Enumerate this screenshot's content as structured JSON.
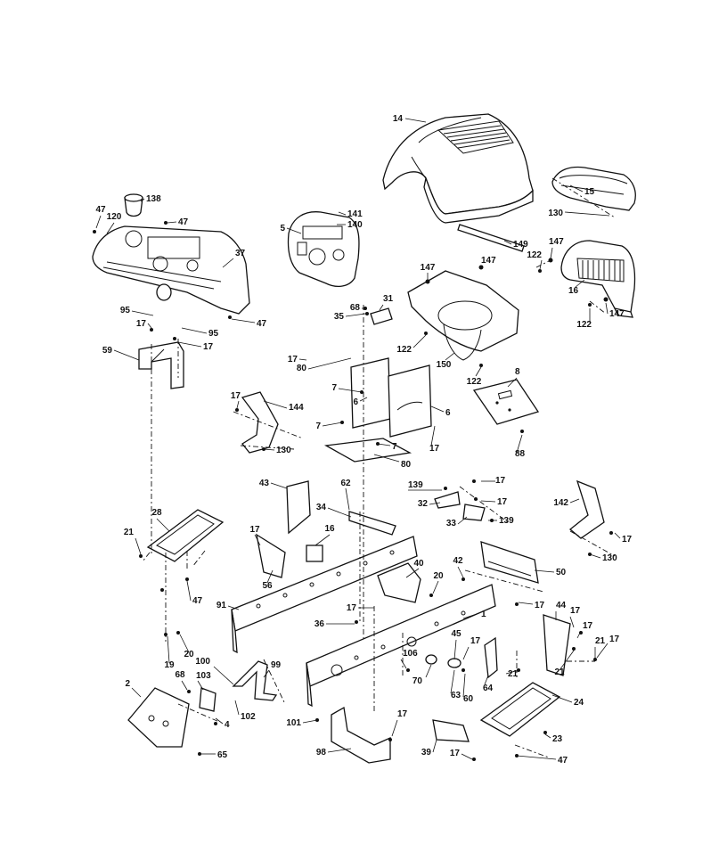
{
  "labels": [
    "14",
    "15",
    "130",
    "138",
    "47",
    "120",
    "47",
    "141",
    "140",
    "5",
    "149",
    "147",
    "147",
    "147",
    "122",
    "16",
    "147",
    "122",
    "37",
    "47",
    "95",
    "95",
    "17",
    "17",
    "59",
    "68",
    "31",
    "35",
    "122",
    "150",
    "122",
    "17",
    "80",
    "7",
    "6",
    "6",
    "8",
    "7",
    "7",
    "17",
    "144",
    "130",
    "17",
    "80",
    "88",
    "43",
    "62",
    "139",
    "17",
    "17",
    "32",
    "33",
    "139",
    "142",
    "17",
    "130",
    "28",
    "21",
    "34",
    "16",
    "17",
    "56",
    "47",
    "40",
    "20",
    "42",
    "17",
    "50",
    "91",
    "17",
    "36",
    "1",
    "17",
    "44",
    "17",
    "21",
    "19",
    "20",
    "100",
    "99",
    "45",
    "17",
    "21",
    "17",
    "106",
    "70",
    "63",
    "60",
    "64",
    "21",
    "68",
    "103",
    "2",
    "24",
    "4",
    "102",
    "101",
    "17",
    "23",
    "98",
    "39",
    "17",
    "47",
    "65"
  ]
}
